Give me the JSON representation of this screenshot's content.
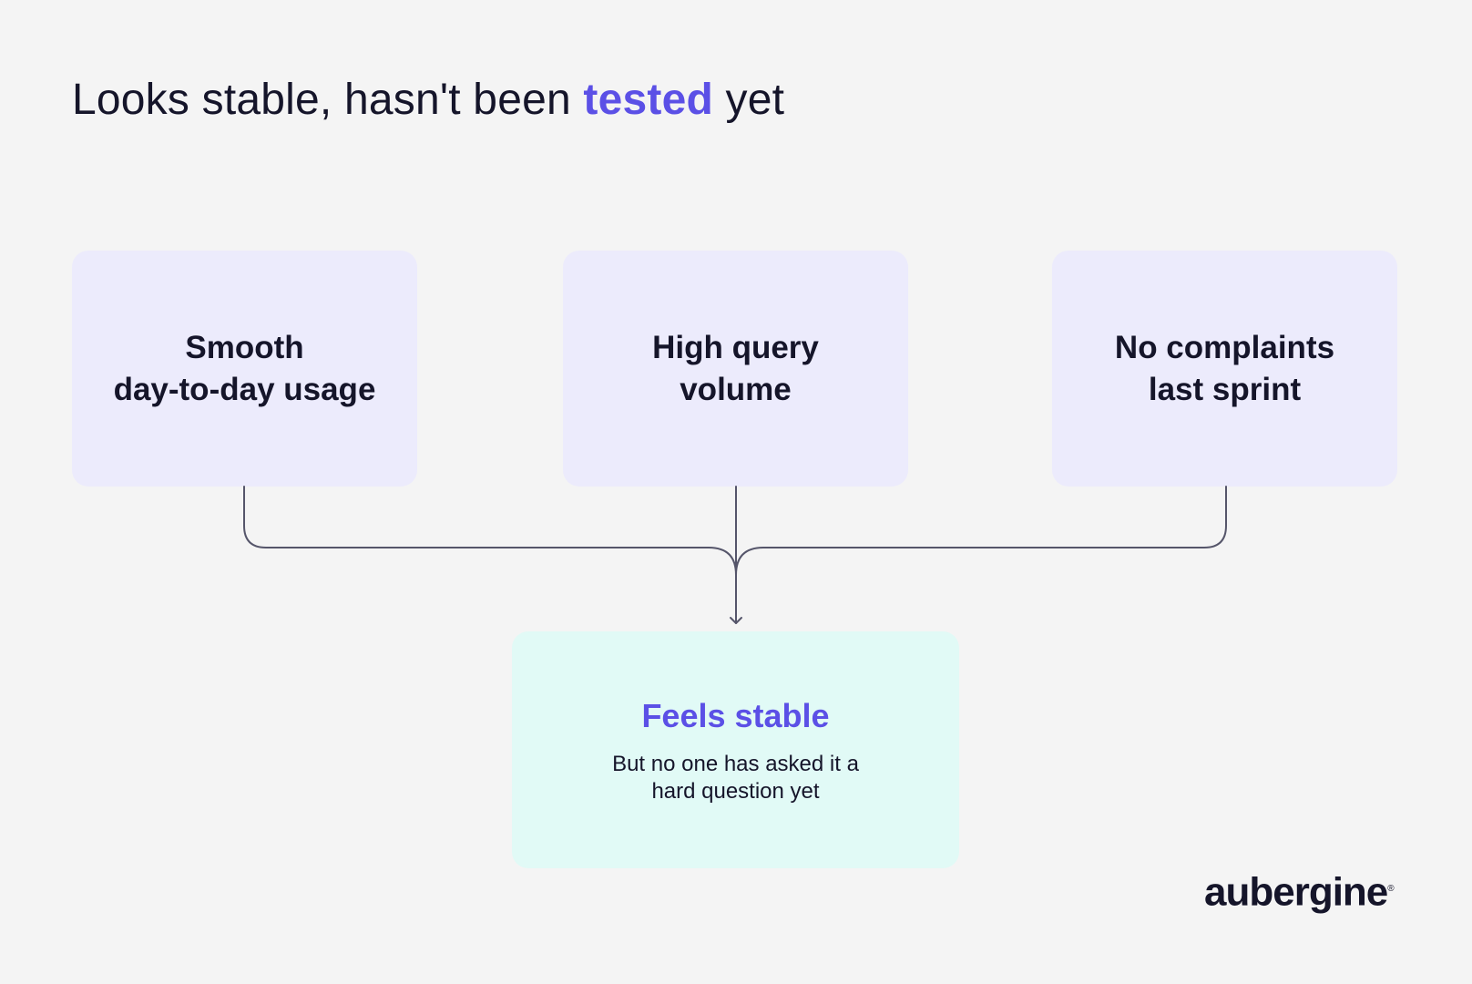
{
  "title": {
    "before": "Looks stable, hasn't been ",
    "accent": "tested",
    "after": " yet"
  },
  "cards": [
    {
      "label": "Smooth\nday-to-day usage"
    },
    {
      "label": "High query\nvolume"
    },
    {
      "label": "No complaints\nlast sprint"
    }
  ],
  "result": {
    "title": "Feels stable",
    "description": "But no one has asked it a\nhard question yet"
  },
  "logo": {
    "text": "aubergine",
    "mark": "®"
  },
  "colors": {
    "background": "#f4f4f4",
    "card": "#ecebfc",
    "result_card": "#e1faf6",
    "accent": "#5b50e6",
    "text": "#15152a",
    "connector": "#55556a"
  }
}
